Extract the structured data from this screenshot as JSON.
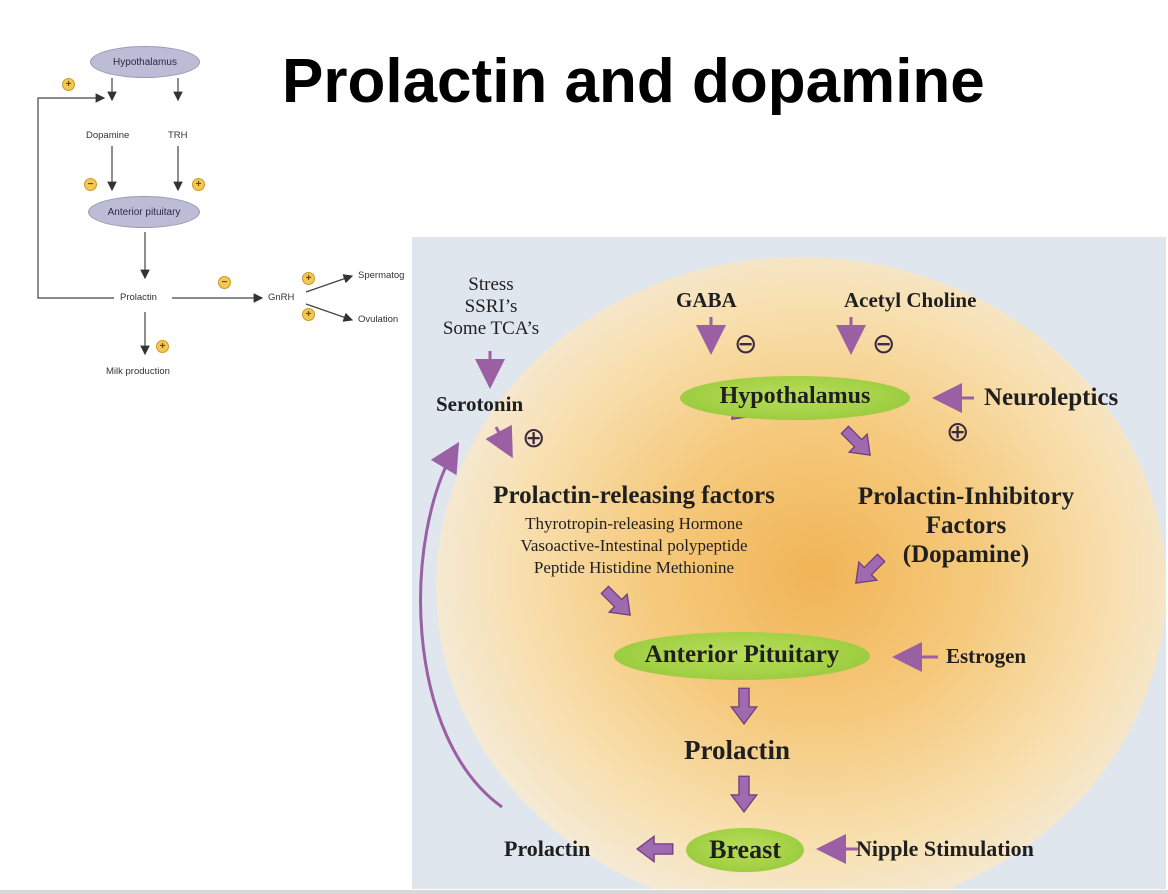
{
  "slide": {
    "title": "Prolactin and dopamine"
  },
  "small_diagram": {
    "hypothalamus": "Hypothalamus",
    "dopamine": "Dopamine",
    "trh": "TRH",
    "anterior_pituitary": "Anterior pituitary",
    "prolactin": "Prolactin",
    "gnrh": "GnRH",
    "spermatogenesis": "Spermatog",
    "ovulation": "Ovulation",
    "milk_production": "Milk production",
    "plus": "+",
    "minus": "−"
  },
  "main_diagram": {
    "stress_lines": [
      "Stress",
      "SSRI’s",
      "Some TCA’s"
    ],
    "serotonin": "Serotonin",
    "gaba": "GABA",
    "acetyl_choline": "Acetyl Choline",
    "hypothalamus": "Hypothalamus",
    "neuroleptics": "Neuroleptics",
    "prl_releasing_title": "Prolactin-releasing factors",
    "prl_releasing_items": [
      "Thyrotropin-releasing Hormone",
      "Vasoactive-Intestinal polypeptide",
      "Peptide Histidine Methionine"
    ],
    "prl_inhibitory_lines": [
      "Prolactin-Inhibitory",
      "Factors",
      "(Dopamine)"
    ],
    "anterior_pituitary": "Anterior Pituitary",
    "estrogen": "Estrogen",
    "prolactin_mid": "Prolactin",
    "breast": "Breast",
    "nipple_stimulation": "Nipple Stimulation",
    "prolactin_out": "Prolactin",
    "plus_sign": "⊕",
    "minus_sign": "⊖"
  },
  "colors": {
    "arrow_purple": "#9b5fa3",
    "oval_green": "#a2d044",
    "badge_yellow": "#f4c654",
    "small_oval": "#bcbcd6"
  }
}
